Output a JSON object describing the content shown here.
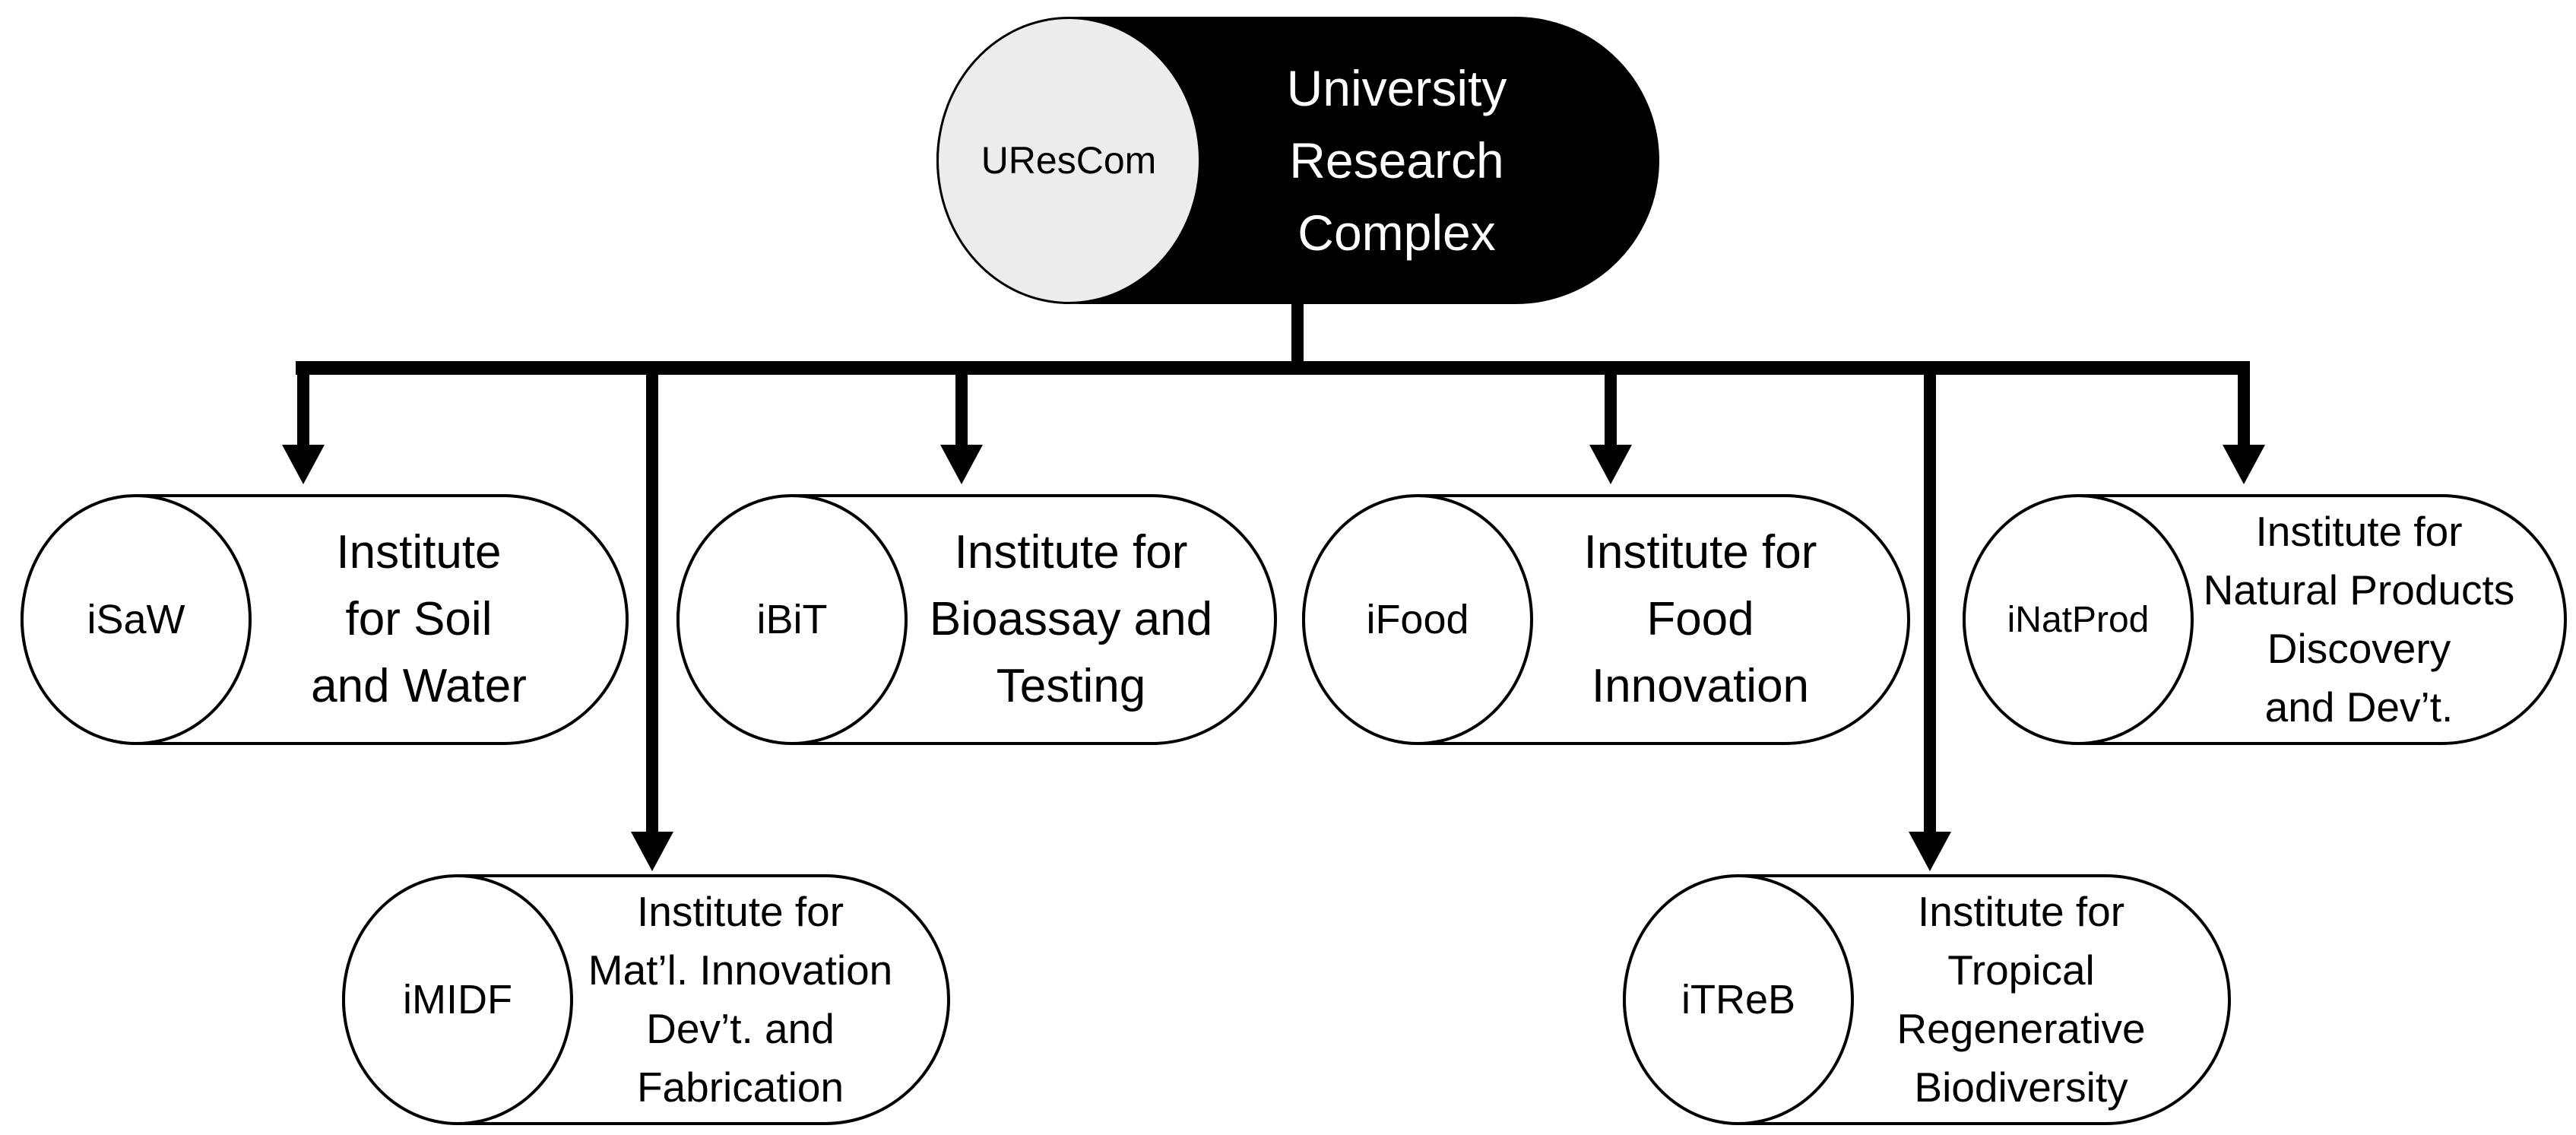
{
  "diagram": {
    "title": "University Research Complex organizational chart",
    "colors": {
      "root_fill": "#000000",
      "root_cap_fill": "#ececec",
      "root_text": "#ffffff",
      "node_fill": "#ffffff",
      "outline": "#000000",
      "connector": "#000000"
    },
    "root": {
      "acronym": "UResCom",
      "name": "University\nResearch\nComplex"
    },
    "children": [
      {
        "acronym": "iSaW",
        "name": "Institute\nfor Soil\nand Water"
      },
      {
        "acronym": "iBiT",
        "name": "Institute for\nBioassay and\nTesting"
      },
      {
        "acronym": "iFood",
        "name": "Institute for\nFood\nInnovation"
      },
      {
        "acronym": "iNatProd",
        "name": "Institute for\nNatural Products\nDiscovery\nand Dev’t."
      },
      {
        "acronym": "iMIDF",
        "name": "Institute for\nMat’l. Innovation\nDev’t. and\nFabrication"
      },
      {
        "acronym": "iTReB",
        "name": "Institute for\nTropical\nRegenerative\nBiodiversity"
      }
    ]
  }
}
